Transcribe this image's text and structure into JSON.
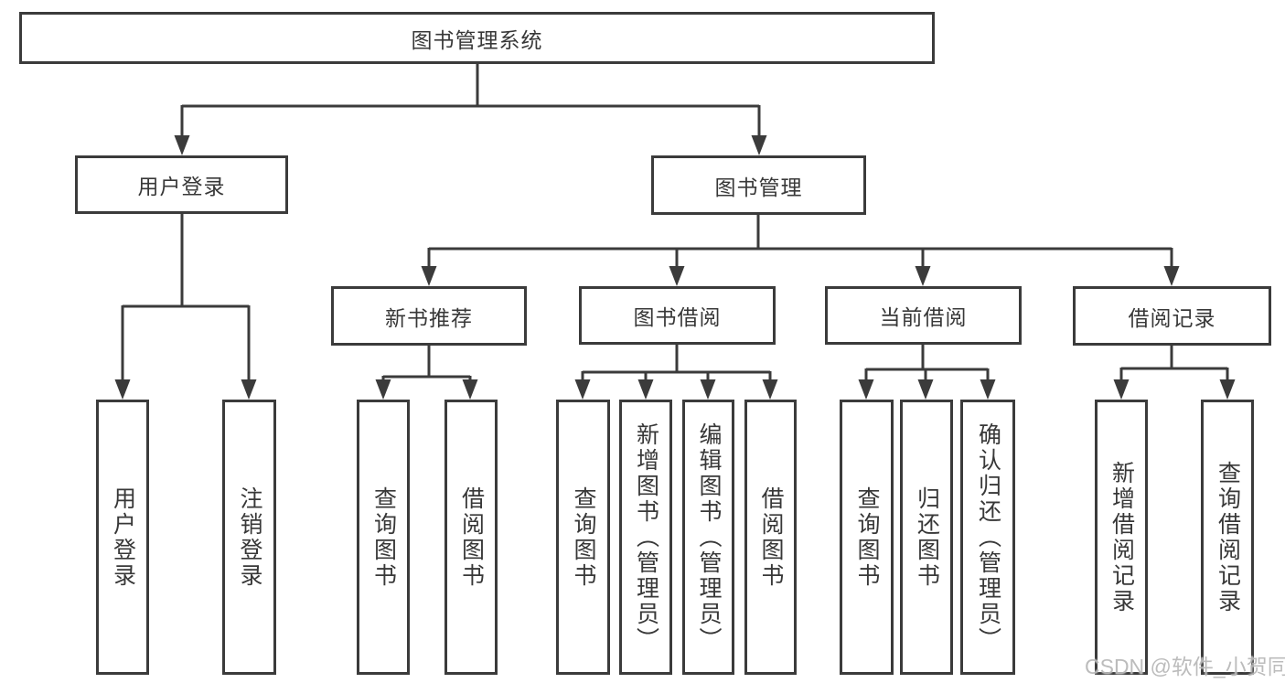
{
  "diagram": {
    "root": {
      "label": "图书管理系统"
    },
    "branches": [
      {
        "label": "用户登录",
        "children": [
          {
            "label": "用户登录"
          },
          {
            "label": "注销登录"
          }
        ]
      },
      {
        "label": "图书管理",
        "children": [
          {
            "label": "新书推荐",
            "children": [
              {
                "label": "查询图书"
              },
              {
                "label": "借阅图书"
              }
            ]
          },
          {
            "label": "图书借阅",
            "children": [
              {
                "label": "查询图书"
              },
              {
                "label": "新增图书（管理员）"
              },
              {
                "label": "编辑图书（管理员）"
              },
              {
                "label": "借阅图书"
              }
            ]
          },
          {
            "label": "当前借阅",
            "children": [
              {
                "label": "查询图书"
              },
              {
                "label": "归还图书"
              },
              {
                "label": "确认归还（管理员）"
              }
            ]
          },
          {
            "label": "借阅记录",
            "children": [
              {
                "label": "新增借阅记录"
              },
              {
                "label": "查询借阅记录"
              }
            ]
          }
        ]
      }
    ]
  },
  "watermark": {
    "text": "CSDN @软件_小贺同学"
  },
  "colors": {
    "line": "#3b3b3b",
    "text": "#383838",
    "background": "#ffffff",
    "watermark": "#b9b9b9"
  }
}
